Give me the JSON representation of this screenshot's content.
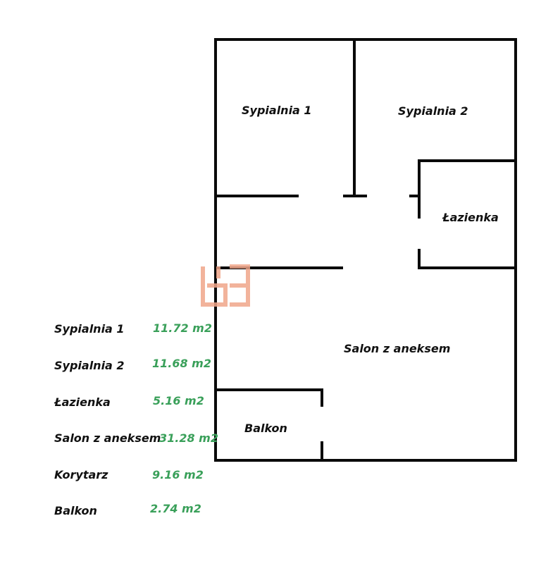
{
  "rooms": {
    "sypialnia1": "Sypialnia 1",
    "sypialnia2": "Sypialnia 2",
    "lazienka": "Łazienka",
    "salon": "Salon z aneksem",
    "balkon": "Balkon"
  },
  "legend": [
    {
      "name": "Sypialnia 1",
      "area": "11.72 m2"
    },
    {
      "name": "Sypialnia 2",
      "area": "11.68 m2"
    },
    {
      "name": "Łazienka",
      "area": "5.16 m2"
    },
    {
      "name": "Salon z aneksem",
      "area": "31.28 m2"
    },
    {
      "name": "Korytarz",
      "area": "9.16 m2"
    },
    {
      "name": "Balkon",
      "area": "2.74 m2"
    }
  ],
  "colors": {
    "wall": "#0a0a0a",
    "area_text": "#3aa05a",
    "watermark": "#f0a68a"
  }
}
